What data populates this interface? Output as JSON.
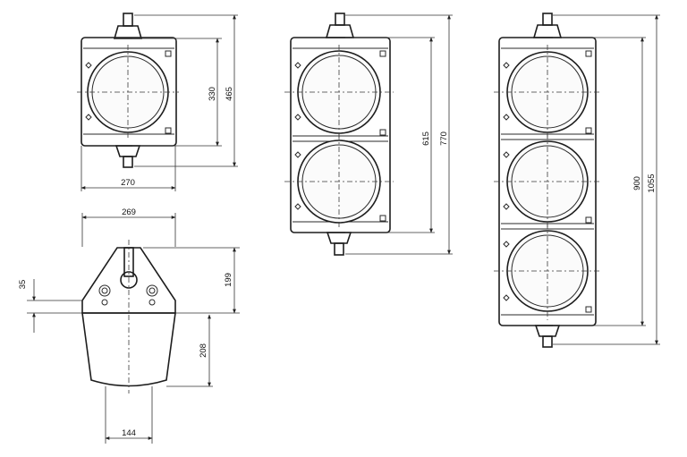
{
  "dimensions": {
    "one_lens_inner_height": "330",
    "one_lens_total_height": "465",
    "one_lens_width": "270",
    "two_lens_inner_height": "615",
    "two_lens_total_height": "770",
    "three_lens_inner_height": "900",
    "three_lens_total_height": "1055",
    "side_width": "269",
    "side_offset": "35",
    "side_top_height": "199",
    "side_body_height": "208",
    "side_bottom_width": "144"
  }
}
